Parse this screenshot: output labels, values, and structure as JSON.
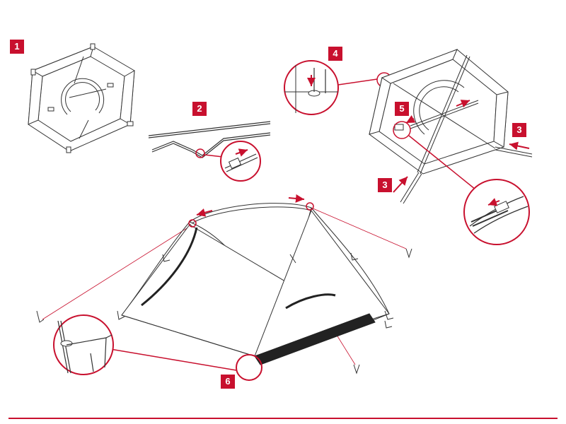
{
  "steps": [
    {
      "label": "1"
    },
    {
      "label": "2"
    },
    {
      "label": "3"
    },
    {
      "label": "3"
    },
    {
      "label": "4"
    },
    {
      "label": "5"
    },
    {
      "label": "6"
    }
  ],
  "colors": {
    "accent": "#c8102e",
    "line": "#333333",
    "fabric": "#ffffff",
    "floor_stripe": "#222222"
  }
}
